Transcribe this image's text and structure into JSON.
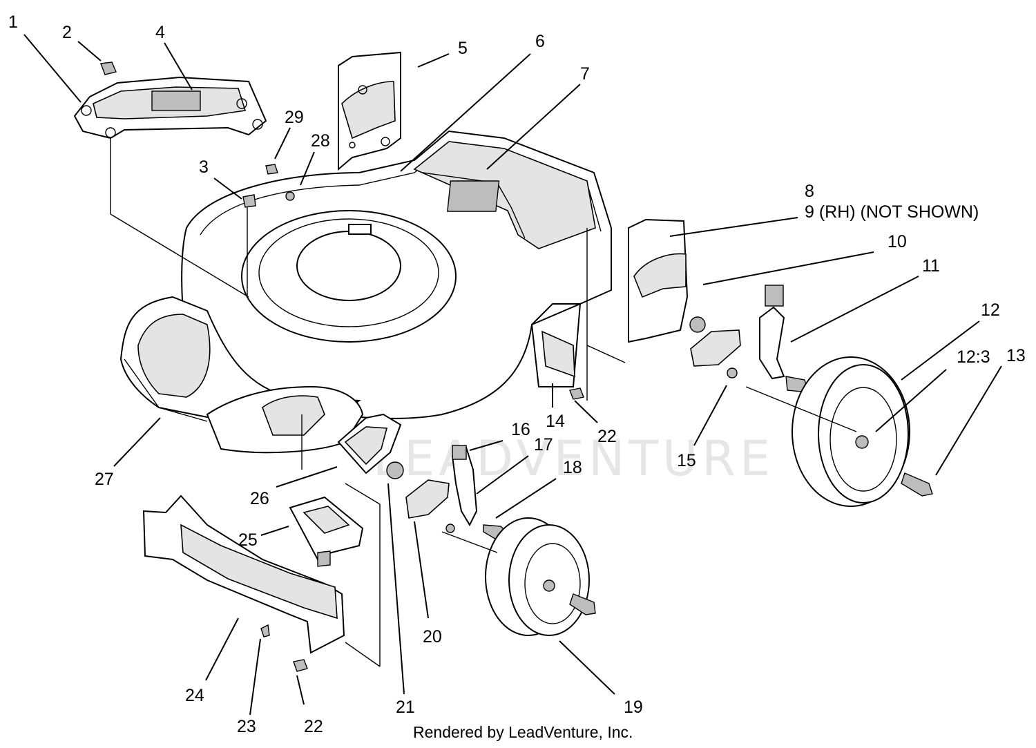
{
  "diagram": {
    "callouts": [
      {
        "id": "c1",
        "text": "1"
      },
      {
        "id": "c2",
        "text": "2"
      },
      {
        "id": "c4",
        "text": "4"
      },
      {
        "id": "c5",
        "text": "5"
      },
      {
        "id": "c6",
        "text": "6"
      },
      {
        "id": "c7",
        "text": "7"
      },
      {
        "id": "c29",
        "text": "29"
      },
      {
        "id": "c28",
        "text": "28"
      },
      {
        "id": "c3",
        "text": "3"
      },
      {
        "id": "c8",
        "text": "8"
      },
      {
        "id": "c9",
        "text": "9 (RH) (NOT SHOWN)"
      },
      {
        "id": "c10",
        "text": "10"
      },
      {
        "id": "c11",
        "text": "11"
      },
      {
        "id": "c12",
        "text": "12"
      },
      {
        "id": "c12b",
        "text": "12:3"
      },
      {
        "id": "c13",
        "text": "13"
      },
      {
        "id": "c14",
        "text": "14"
      },
      {
        "id": "c22a",
        "text": "22"
      },
      {
        "id": "c15",
        "text": "15"
      },
      {
        "id": "c16",
        "text": "16"
      },
      {
        "id": "c17",
        "text": "17"
      },
      {
        "id": "c18",
        "text": "18"
      },
      {
        "id": "c27",
        "text": "27"
      },
      {
        "id": "c26",
        "text": "26"
      },
      {
        "id": "c25",
        "text": "25"
      },
      {
        "id": "c24",
        "text": "24"
      },
      {
        "id": "c23",
        "text": "23"
      },
      {
        "id": "c22b",
        "text": "22"
      },
      {
        "id": "c21",
        "text": "21"
      },
      {
        "id": "c20",
        "text": "20"
      },
      {
        "id": "c19",
        "text": "19"
      }
    ],
    "credit": "Rendered by LeadVenture, Inc.",
    "watermark": "LEADVENTURE"
  }
}
